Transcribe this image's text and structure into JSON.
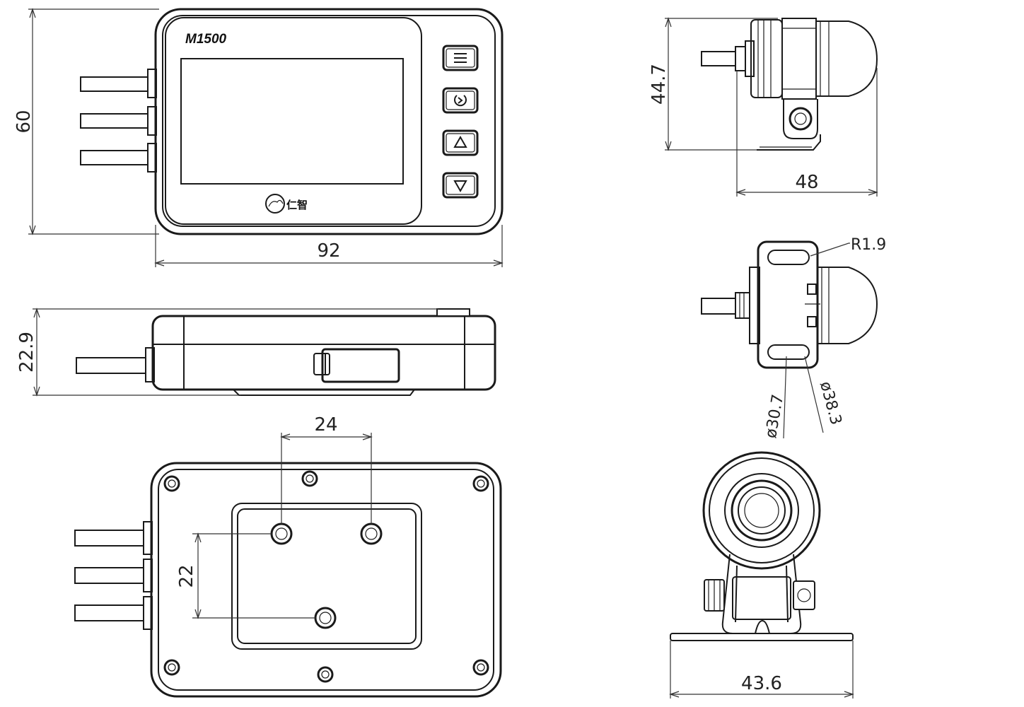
{
  "front_view": {
    "model_label": "M1500",
    "brand_mark": "仁智",
    "buttons": [
      "menu",
      "power",
      "up",
      "down"
    ],
    "dim_height": "60",
    "dim_width": "92"
  },
  "side_view": {
    "dim_thickness": "22.9"
  },
  "back_view": {
    "dim_hole_spacing_x": "24",
    "dim_hole_spacing_y": "22"
  },
  "camera_side_view": {
    "dim_height": "44.7",
    "dim_length": "48"
  },
  "camera_top_view": {
    "dim_radius": "R1.9",
    "dim_inner_diameter": "ø30.7",
    "dim_outer_diameter": "ø38.3"
  },
  "camera_front_view": {
    "dim_base_width": "43.6"
  }
}
